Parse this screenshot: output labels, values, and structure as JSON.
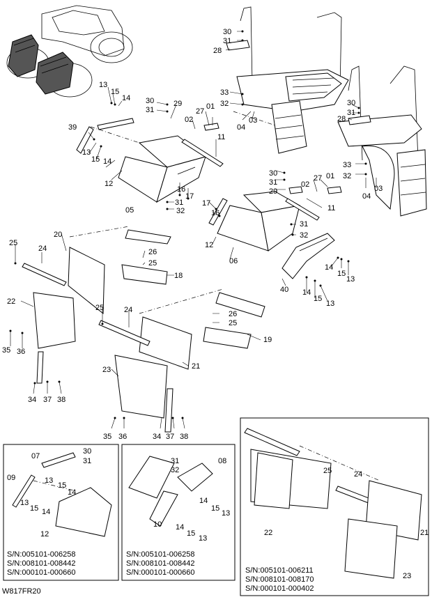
{
  "drawing_code": "W817FR20",
  "callouts": {
    "c30a": "30",
    "c31a": "31",
    "c28a": "28",
    "c33a": "33",
    "c32a": "32",
    "c04a": "04",
    "c03a": "03",
    "c13a": "13",
    "c15a": "15",
    "c14a": "14",
    "c30b": "30",
    "c31b": "31",
    "c29a": "29",
    "c27a": "27",
    "c02a": "02",
    "c01a": "01",
    "c11a": "11",
    "c39": "39",
    "c13b": "13",
    "c15b": "15",
    "c14b": "14",
    "c12a": "12",
    "c16a": "16",
    "c17a": "17",
    "c31c": "31",
    "c32b": "32",
    "c05": "05",
    "c30c": "30",
    "c31d": "31",
    "c28b": "28",
    "c33b": "33",
    "c32c": "32",
    "c04b": "04",
    "c03b": "03",
    "c30d": "30",
    "c31e": "31",
    "c29b": "29",
    "c27b": "27",
    "c02b": "02",
    "c01b": "01",
    "c11b": "11",
    "c17b": "17",
    "c16b": "16",
    "c31f": "31",
    "c32d": "32",
    "c12b": "12",
    "c06": "06",
    "c20": "20",
    "c25a": "25",
    "c24a": "24",
    "c26a": "26",
    "c25b": "25",
    "c18": "18",
    "c14c": "14",
    "c15c": "15",
    "c13c": "13",
    "c40": "40",
    "c14d": "14",
    "c15d": "15",
    "c13d": "13",
    "c22": "22",
    "c25c": "25",
    "c24b": "24",
    "c26b": "26",
    "c25d": "25",
    "c19": "19",
    "c35a": "35",
    "c36a": "36",
    "c21": "21",
    "c23": "23",
    "c34a": "34",
    "c37a": "37",
    "c38a": "38",
    "c35b": "35",
    "c36b": "36",
    "c34b": "34",
    "c37b": "37",
    "c38b": "38",
    "b1_07": "07",
    "b1_30": "30",
    "b1_31": "31",
    "b1_09": "09",
    "b1_13a": "13",
    "b1_15a": "15",
    "b1_14a": "14",
    "b1_13b": "13",
    "b1_15b": "15",
    "b1_14b": "14",
    "b1_12": "12",
    "b2_31": "31",
    "b2_32": "32",
    "b2_08": "08",
    "b2_14a": "14",
    "b2_15a": "15",
    "b2_13a": "13",
    "b2_10": "10",
    "b2_14b": "14",
    "b2_15b": "15",
    "b2_13b": "13",
    "b3_25": "25",
    "b3_24": "24",
    "b3_22": "22",
    "b3_21": "21",
    "b3_23": "23"
  },
  "inset_boxes": {
    "box1": {
      "sn1": "S/N:005101-006258",
      "sn2": "S/N:008101-008442",
      "sn3": "S/N:000101-000660"
    },
    "box2": {
      "sn1": "S/N:005101-006258",
      "sn2": "S/N:008101-008442",
      "sn3": "S/N:000101-000660"
    },
    "box3": {
      "sn1": "S/N:005101-006211",
      "sn2": "S/N:008101-008170",
      "sn3": "S/N:000101-000402"
    }
  }
}
